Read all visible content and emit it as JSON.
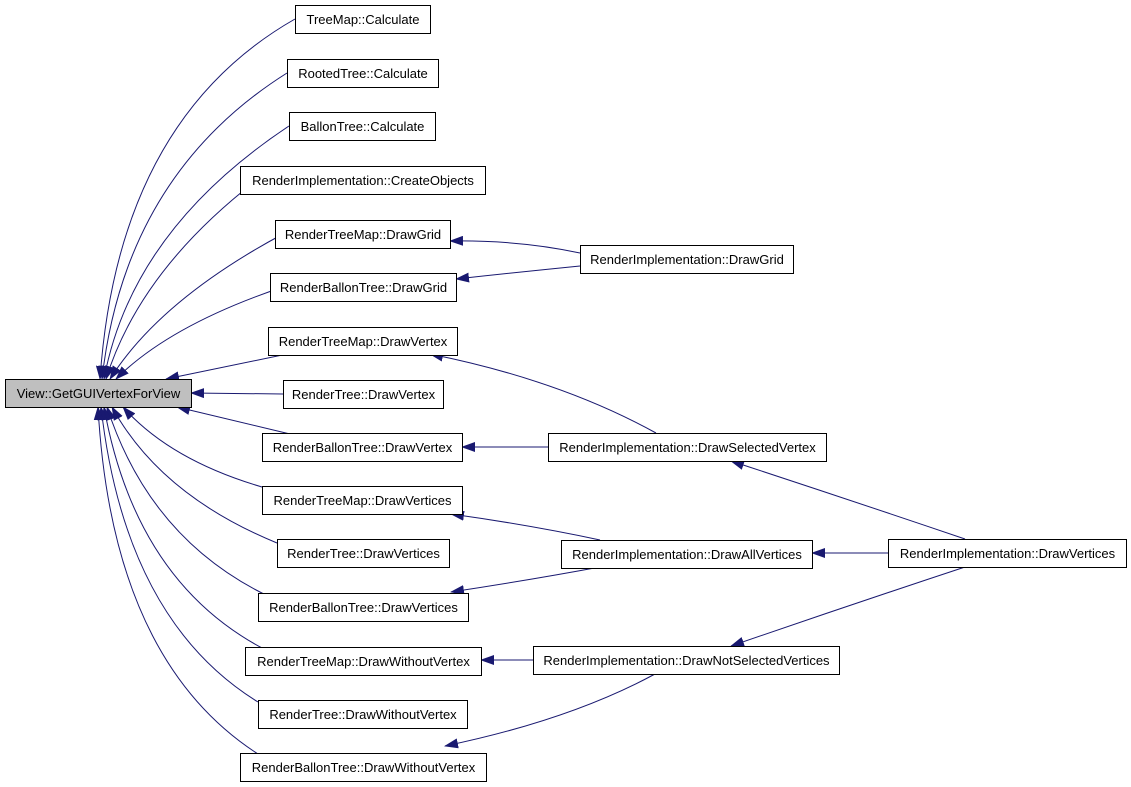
{
  "diagram": {
    "type": "call-graph",
    "edge_color": "#191970",
    "highlight_fill": "#bfbfbf",
    "node_fill": "#ffffff",
    "nodes": [
      {
        "id": "view",
        "label": "View::GetGUIVertexForView",
        "highlighted": true
      },
      {
        "id": "tm_calc",
        "label": "TreeMap::Calculate"
      },
      {
        "id": "rt_calc",
        "label": "RootedTree::Calculate"
      },
      {
        "id": "bt_calc",
        "label": "BallonTree::Calculate"
      },
      {
        "id": "ri_create",
        "label": "RenderImplementation::CreateObjects"
      },
      {
        "id": "rtm_grid",
        "label": "RenderTreeMap::DrawGrid"
      },
      {
        "id": "rbt_grid",
        "label": "RenderBallonTree::DrawGrid"
      },
      {
        "id": "rtm_vertex",
        "label": "RenderTreeMap::DrawVertex"
      },
      {
        "id": "rt_vertex",
        "label": "RenderTree::DrawVertex"
      },
      {
        "id": "rbt_vertex",
        "label": "RenderBallonTree::DrawVertex"
      },
      {
        "id": "rtm_vertices",
        "label": "RenderTreeMap::DrawVertices"
      },
      {
        "id": "rt_vertices",
        "label": "RenderTree::DrawVertices"
      },
      {
        "id": "rbt_vertices",
        "label": "RenderBallonTree::DrawVertices"
      },
      {
        "id": "rtm_without",
        "label": "RenderTreeMap::DrawWithoutVertex"
      },
      {
        "id": "rt_without",
        "label": "RenderTree::DrawWithoutVertex"
      },
      {
        "id": "rbt_without",
        "label": "RenderBallonTree::DrawWithoutVertex"
      },
      {
        "id": "ri_grid",
        "label": "RenderImplementation::DrawGrid"
      },
      {
        "id": "ri_selected",
        "label": "RenderImplementation::DrawSelectedVertex"
      },
      {
        "id": "ri_all",
        "label": "RenderImplementation::DrawAllVertices"
      },
      {
        "id": "ri_notselected",
        "label": "RenderImplementation::DrawNotSelectedVertices"
      },
      {
        "id": "ri_vertices",
        "label": "RenderImplementation::DrawVertices"
      }
    ],
    "edges": [
      {
        "from": "tm_calc",
        "to": "view"
      },
      {
        "from": "rt_calc",
        "to": "view"
      },
      {
        "from": "bt_calc",
        "to": "view"
      },
      {
        "from": "ri_create",
        "to": "view"
      },
      {
        "from": "rtm_grid",
        "to": "view"
      },
      {
        "from": "rbt_grid",
        "to": "view"
      },
      {
        "from": "rtm_vertex",
        "to": "view"
      },
      {
        "from": "rt_vertex",
        "to": "view"
      },
      {
        "from": "rbt_vertex",
        "to": "view"
      },
      {
        "from": "rtm_vertices",
        "to": "view"
      },
      {
        "from": "rt_vertices",
        "to": "view"
      },
      {
        "from": "rbt_vertices",
        "to": "view"
      },
      {
        "from": "rtm_without",
        "to": "view"
      },
      {
        "from": "rt_without",
        "to": "view"
      },
      {
        "from": "rbt_without",
        "to": "view"
      },
      {
        "from": "ri_grid",
        "to": "rtm_grid"
      },
      {
        "from": "ri_grid",
        "to": "rbt_grid"
      },
      {
        "from": "ri_selected",
        "to": "rtm_vertex"
      },
      {
        "from": "ri_selected",
        "to": "rbt_vertex"
      },
      {
        "from": "ri_all",
        "to": "rtm_vertices"
      },
      {
        "from": "ri_all",
        "to": "rbt_vertices"
      },
      {
        "from": "ri_notselected",
        "to": "rtm_without"
      },
      {
        "from": "ri_notselected",
        "to": "rbt_without"
      },
      {
        "from": "ri_vertices",
        "to": "ri_selected"
      },
      {
        "from": "ri_vertices",
        "to": "ri_all"
      },
      {
        "from": "ri_vertices",
        "to": "ri_notselected"
      }
    ]
  }
}
